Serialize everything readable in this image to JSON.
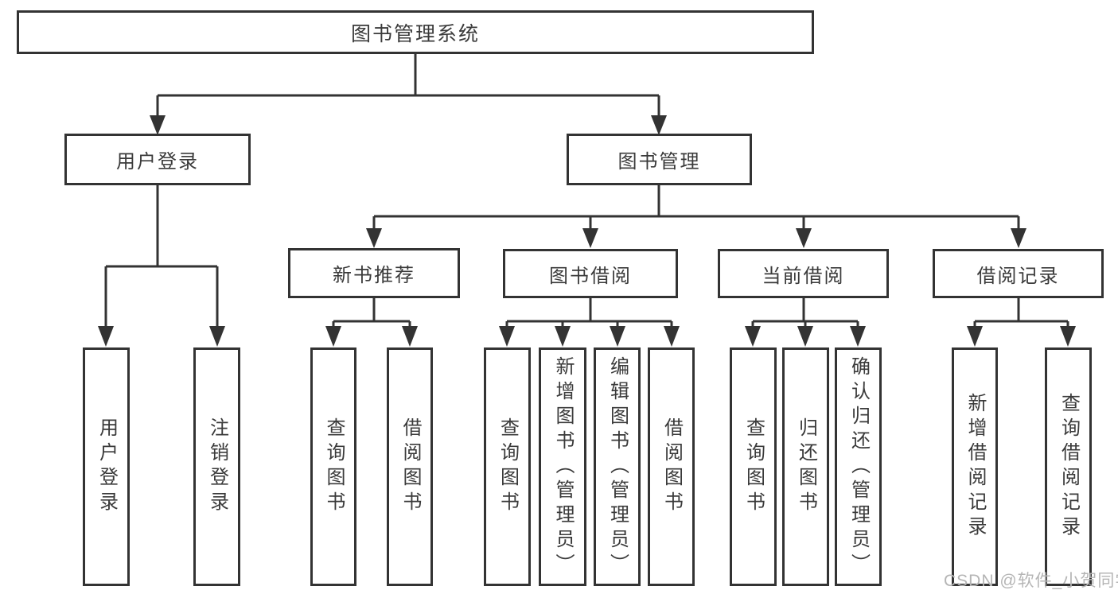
{
  "diagram": {
    "root": {
      "label": "图书管理系统"
    },
    "level2": [
      {
        "label": "用户登录"
      },
      {
        "label": "图书管理"
      }
    ],
    "level3": [
      {
        "label": "新书推荐"
      },
      {
        "label": "图书借阅"
      },
      {
        "label": "当前借阅"
      },
      {
        "label": "借阅记录"
      }
    ],
    "leaves": {
      "user_login": [
        {
          "label": "用户登录"
        },
        {
          "label": "注销登录"
        }
      ],
      "new_book_rec": [
        {
          "label": "查询图书"
        },
        {
          "label": "借阅图书"
        }
      ],
      "book_borrow": [
        {
          "label": "查询图书"
        },
        {
          "label": "新增图书（管理员）"
        },
        {
          "label": "编辑图书（管理员）"
        },
        {
          "label": "借阅图书"
        }
      ],
      "current_borrow": [
        {
          "label": "查询图书"
        },
        {
          "label": "归还图书"
        },
        {
          "label": "确认归还（管理员）"
        }
      ],
      "borrow_record": [
        {
          "label": "新增借阅记录"
        },
        {
          "label": "查询借阅记录"
        }
      ]
    }
  },
  "watermark": {
    "text": "CSDN @软件_小贺同学"
  },
  "colors": {
    "line": "#333333",
    "box_border": "#333333",
    "text": "#3a3a3a",
    "background": "#ffffff",
    "watermark": "#b5b5b5"
  }
}
